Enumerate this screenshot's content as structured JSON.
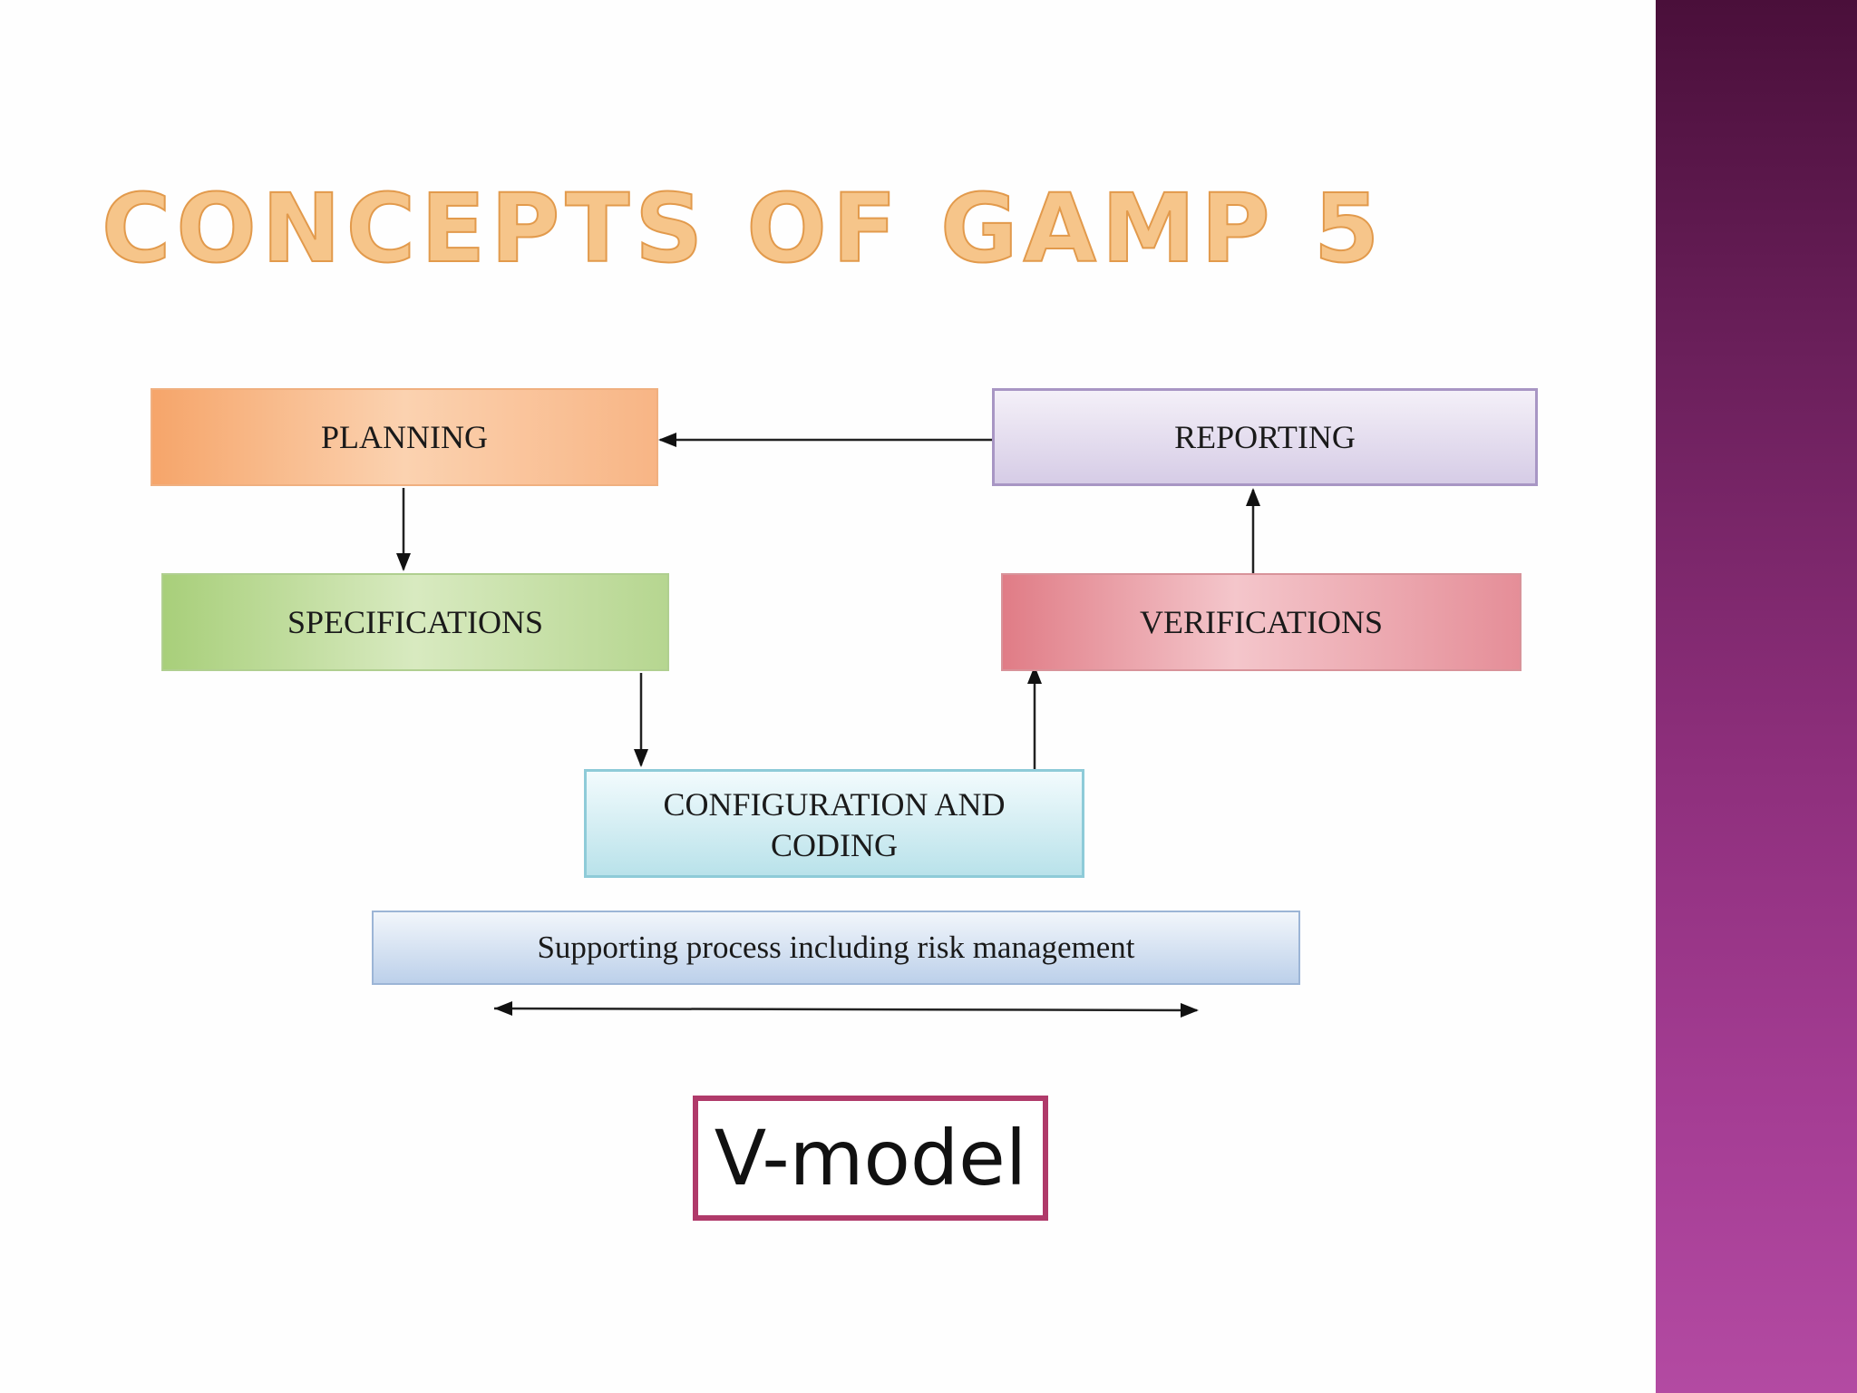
{
  "slide": {
    "title": "CONCEPTS OF GAMP 5",
    "caption": "V-model"
  },
  "diagram": {
    "boxes": {
      "planning": "PLANNING",
      "reporting": "REPORTING",
      "specifications": "SPECIFICATIONS",
      "verifications": "VERIFICATIONS",
      "configuration": "CONFIGURATION AND CODING",
      "supporting": "Supporting process including risk management"
    }
  },
  "colors": {
    "title": "#f6c58a",
    "sidebar": "#8e2f7c",
    "caption_border": "#b03a6a"
  }
}
